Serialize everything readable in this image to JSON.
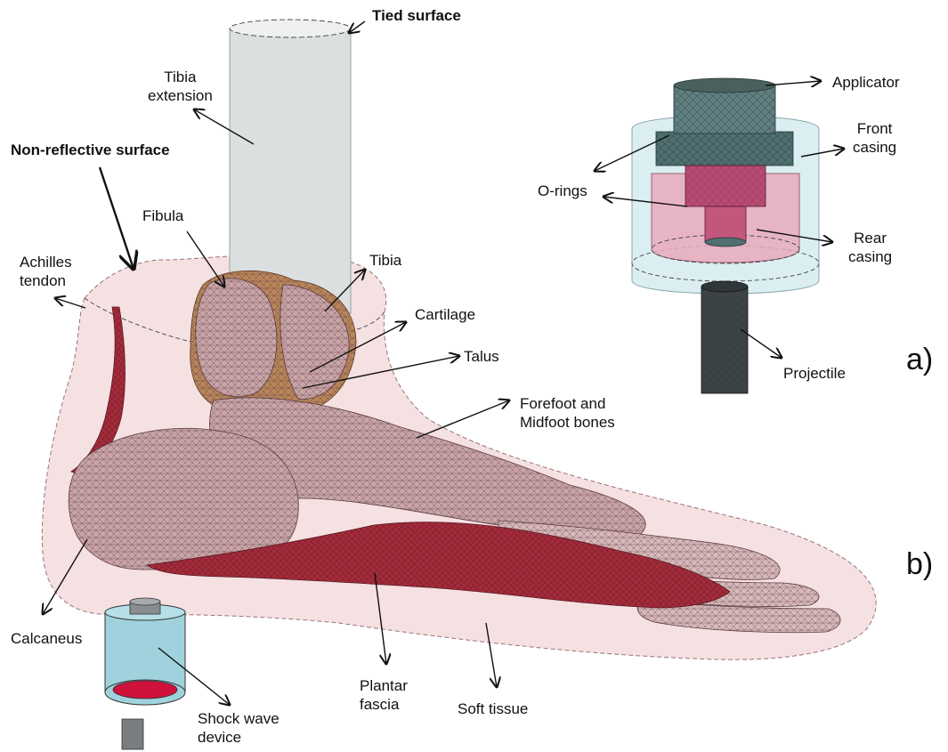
{
  "labels": {
    "tied_surface": "Tied surface",
    "tibia_extension": [
      "Tibia",
      "extension"
    ],
    "non_reflective": "Non-reflective surface",
    "fibula": "Fibula",
    "achilles": [
      "Achilles",
      "tendon"
    ],
    "tibia": "Tibia",
    "cartilage": "Cartilage",
    "talus": "Talus",
    "forefoot": [
      "Forefoot and",
      "Midfoot bones"
    ],
    "calcaneus": "Calcaneus",
    "shock_wave": [
      "Shock wave",
      "device"
    ],
    "plantar": [
      "Plantar",
      "fascia"
    ],
    "soft_tissue": "Soft tissue",
    "applicator": "Applicator",
    "front_casing": [
      "Front",
      "casing"
    ],
    "o_rings": "O-rings",
    "rear_casing": [
      "Rear",
      "casing"
    ],
    "projectile": "Projectile"
  },
  "panels": {
    "a": "a)",
    "b": "b)"
  },
  "colors": {
    "soft_tissue": "#f1d6d8",
    "bone": "#c9a5a9",
    "cartilage": "#b8865a",
    "fascia": "#a52a3a",
    "cylinder": "#dcdfe0",
    "device": "#9fd2dc",
    "applicator": "#5f7f80",
    "rear_casing": "#e9a9bd",
    "projectile": "#3e4446"
  }
}
